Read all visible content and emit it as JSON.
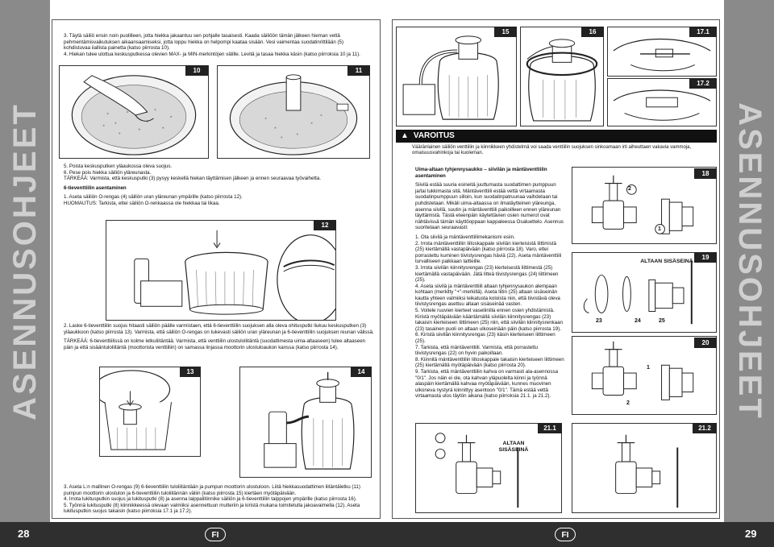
{
  "side_title": "ASENNUSOHJEET",
  "footer": {
    "left_page": "28",
    "right_page": "29",
    "lang": "FI"
  },
  "left": {
    "top_paragraphs": [
      "3. Täytä säiliö ensin noin puolilleen, jotta hiekka jakaantuu sen pohjalle tasaisesti. Kaada säiliöön tämän jälkeen hieman vettä pehmentämisvaikutuksen aikaansaamiseksi, jotta loppu hiekka on helpompi kaataa sisään. Vesi vaimentaa suodatinrittilään (5) kohdistuvaa iiallista painetta (katso piirrosta 10).",
      "4. Hiekan tulee ulottua keskusputkessa olevien MAX- ja MIN-merkintöjen välille. Levitä ja tasaa hiekka käsin (katso piirroksia 10 ja 11)."
    ],
    "fig_labels": {
      "f10": "10",
      "f11": "11",
      "f12": "12",
      "f13": "13",
      "f14": "14"
    },
    "mid_paragraphs": [
      "5. Poista keskusputken yläaukossa oleva suojus.",
      "6. Pese pois hiekka säiliön yläreunasta.",
      "TÄRKEÄÄ: Varmista, että keskusputki (3) pysyy keskellä hiekan täyttämisen jälkeen ja ennen seuraavaa työvaihetta."
    ],
    "section_heading": "6-tieventtiilin asentaminen",
    "step1": "1. Aseta säiliön O-rengas (4) säiliön uran yläreunan ympärille (katso piirrosta 12).",
    "step1_note": "HUOMAUTUS: Tarkista, ettei säiliön O-renkaassa ole hiekkaa tai likaa.",
    "step2": "2. Laske 6-tieventtiilin suojus hitaasti säiliön päälle varmistaen, että 6-tieventtiilin suojuksen alla oleva ohitusputki liukuu keskusputken (3) yläaukkoon (katso piirrosta 13). Varmista, että säiliön O-rengas on tukevasti säiliön uran yläreunan ja 6-tieventtiilin suojuksen reunan välissä.",
    "important2": "TÄRKEÄÄ: 6-tieventtiilissä on kolme letkuliitäntää. Varmista, että venttiilin ulostuloliitäntä (suodattimesta uima-altaaseen) tulee altaaseen päin ja että sisääntuloliitäntä (moottorista venttiiliin) on samassa linjassa moottorin ulostuloaukon kanssa (katso piirrosta 14).",
    "bottom_paragraphs": [
      "3. Aseta L:n mallinen O-rengas (9) 6-tieventtiilin tuloliitäntään ja pumpun moottorin ulostuloon. Liitä hiekkasuodattimen liitäntäletku (11) pumpun moottorin ulostulon ja 6-tieventtiilin tuloliitännän väliin (katso piirrosta 15) kiertäen myötäpäivään.",
      "4. Irrota lukitusputkin suojus ja lukitusputki (8) ja asenna laippaliitinnike säiliön ja 6-tieventtiilin taippojen ympärille (katso piirrosta 16).",
      "5. Työnnä lukitusputki (8) kiinnikkeessä olevaan valmiiksi asennettuun mutteriin ja kiristä mukana toimitetulla jakoavaimella (12). Aseta lukitusputkin suojus takaisin (katso piirroksia 17.1 ja 17.2)."
    ]
  },
  "right": {
    "fig_labels": {
      "f15": "15",
      "f16": "16",
      "f17_1": "17.1",
      "f17_2": "17.2",
      "f18": "18",
      "f19": "19",
      "f20": "20",
      "f21_1": "21.1",
      "f21_2": "21.2"
    },
    "warning_title": "VAROITUS",
    "warning_text": "Vääränlainen säiliön venttiilin ja kiinnikkeen yhdistelmä voi saada venttiilin suojuksen sinkoamaan irti aiheuttaen vakavia vammoja, omaisuusvahinkoja tai kuoleman.",
    "section_heading": "Uima-altaan tyhjennysaukko – siivilän ja mäntäventtiilin asentaminen",
    "intro": "Siivilä estää suuria esineitä juuttumasta suodattimen pumppuun ja/tai tukkimasta sitä. Mäntäventtiili estää vettä virtaamasta suodatinpumppuun silloin, kun suodatinpatruunaa vaihdetaan tai puhdistetaan. Mikäli uima-altaassa on ilmatäytteinen yläreunga, asenna siivilä, suutin ja mäntäventtiili paikoilleen ennen yläreunan täyttämistä. Tästä eteenpäin käytettävien osien numerot ovat nähtävissä tämän käyttöoppaan kappaleessa Osaluettelo. Asennus suoritetaan seuraavasti:",
    "steps": [
      "1. Ota siivilä ja mäntäventtiilimekanismi esiin.",
      "2. Irrota mäntäventtiilin liitoskappale siivilän kierteisistä liittimistä (25) kiertämällä vastapäivään (katso piirrosta 18). Varo, ettei porrastettu kuminen tiivistysrengas häviä (22). Aseta mäntäventtiili turvalliseen paikkaan laitteille.",
      "3. Irrota siivilän kiinnitysrengas (23) kierteisestä liittimestä (25) kiertämällä vastapäivään. Jätä litteä tiivistysrengas (24) liittimeen (25).",
      "4. Aseta siivilä ja mäntäventtiili altaan tyhjennysaukon alempaan kohtaan (merkitty \"+\"-merkillä). Aseta liitin (25) altaan sisäseinän kautta yhteen valmiiksi leikatusta koloista niin, että tiivistävä oleva tiivistysrengas asettuu altaan sisäseinää vasten.",
      "5. Voitele ruuvien kierteet vaseliinilla ennen osien yhdistämistä. Kiristä myötäpäivään kääntämällä siivilän kiinnitysrengas (23) takaisin kierteiseen liittimeen (25) niin, että siivilän kiinnitysrenkaan (23) tasainen puoli on altaan ulkoseinään päin (katso piirrosta 19).",
      "6. Kiristä siivilän kiinnitysrengas (23) käsin kierteiseen liittimeen (25).",
      "7. Tarkista, että mäntäventtiili. Varmista, että porrastettu tiivistysrengas (22) on hyvin paikoillaan.",
      "8. Kiinnitä mäntäventtiilin liitoskappale takaisin kierteiseen liittimeen (25) kiertämällä myötäpäivään (katso piirrosta 20).",
      "9. Tarkista, että mäntäventtiilin kahva on varmasti ala-asennossa \"0/1\". Jos näin ei ole, ota kahvan yläpuolelta kiinni ja työnnä alaspäin kiertämällä kahvaa myötäpäivään, kunnes muovinen ulkoneva nystyrä kiinnittyy asentoon \"0/1\". Tämä estää vettä virtaamasta ulos täytön aikana (katso piirroksia 21.1. ja 21.2)."
    ],
    "callouts": {
      "altaan_sisaseina_19": "ALTAAN SISÄSEINÄ",
      "altaan_sisaseina_21": "ALTAAN SISÄSEINÄ"
    },
    "part_numbers": {
      "n2": "2",
      "n1": "1",
      "n23": "23",
      "n24": "24",
      "n25": "25"
    }
  }
}
